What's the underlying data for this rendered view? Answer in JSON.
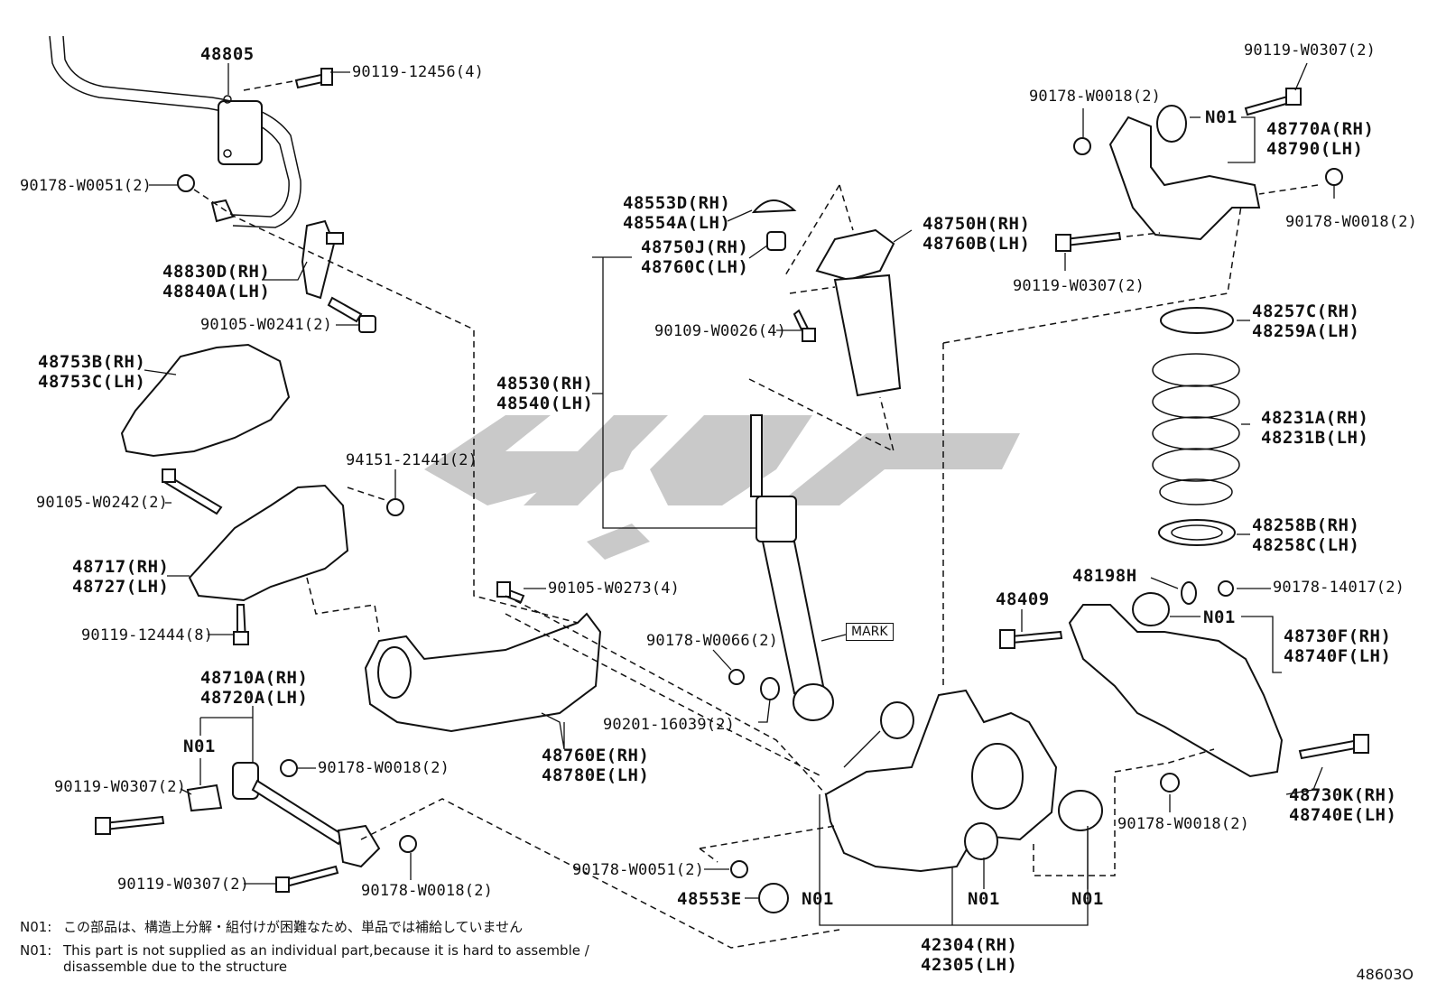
{
  "labels": {
    "l48805": "48805",
    "l90119_12456": "90119-12456(4)",
    "l90178_W0051_a": "90178-W0051(2)",
    "l48830D": "48830D(RH)",
    "l48840A": "48840A(LH)",
    "l90105_W0241": "90105-W0241(2)",
    "l48753B": "48753B(RH)",
    "l48753C": "48753C(LH)",
    "l94151": "94151-21441(2)",
    "l90105_W0242": "90105-W0242(2)",
    "l48717": "48717(RH)",
    "l48727": "48727(LH)",
    "l90119_12444": "90119-12444(8)",
    "l48710A": "48710A(RH)",
    "l48720A": "48720A(LH)",
    "lN01_left": "N01",
    "l90178_W0018_left": "90178-W0018(2)",
    "l90119_W0307_left1": "90119-W0307(2)",
    "l90119_W0307_left2": "90119-W0307(2)",
    "l90178_W0018_bottom": "90178-W0018(2)",
    "l90105_W0273": "90105-W0273(4)",
    "l48760E": "48760E(RH)",
    "l48780E": "48780E(LH)",
    "l48553D": "48553D(RH)",
    "l48554A": "48554A(LH)",
    "l48750J": "48750J(RH)",
    "l48760C": "48760C(LH)",
    "l48530": "48530(RH)",
    "l48540": "48540(LH)",
    "l90109_W0026": "90109-W0026(4)",
    "l48750H": "48750H(RH)",
    "l48760B": "48760B(LH)",
    "l90178_W0066": "90178-W0066(2)",
    "lMARK": "MARK",
    "l90201": "90201-16039(2)",
    "l90178_W0051_b": "90178-W0051(2)",
    "l48553E": "48553E",
    "lN01_c1": "N01",
    "lN01_c2": "N01",
    "lN01_c3": "N01",
    "l42304": "42304(RH)",
    "l42305": "42305(LH)",
    "l90119_W0307_tr": "90119-W0307(2)",
    "l90178_W0018_tr": "90178-W0018(2)",
    "lN01_tr": "N01",
    "l48770A": "48770A(RH)",
    "l48790": "48790(LH)",
    "l90178_W0018_r": "90178-W0018(2)",
    "l90119_W0307_mid": "90119-W0307(2)",
    "l48257C": "48257C(RH)",
    "l48259A": "48259A(LH)",
    "l48231A": "48231A(RH)",
    "l48231B": "48231B(LH)",
    "l48258B": "48258B(RH)",
    "l48258C": "48258C(LH)",
    "l48198H": "48198H",
    "l90178_14017": "90178-14017(2)",
    "l48409": "48409",
    "lN01_r": "N01",
    "l48730F": "48730F(RH)",
    "l48740F": "48740F(LH)",
    "l48730K": "48730K(RH)",
    "l48740E": "48740E(LH)",
    "l90178_W0018_br": "90178-W0018(2)"
  },
  "notes": {
    "jp_tag": "N01:",
    "jp_text": "この部品は、構造上分解・組付けが困難なため、単品では補給していません",
    "en_tag": "N01:",
    "en_text_1": "This part is not supplied as an individual part,because it is hard to assemble /",
    "en_text_2": "disassemble due to the structure"
  },
  "diagram_id": "48603O"
}
